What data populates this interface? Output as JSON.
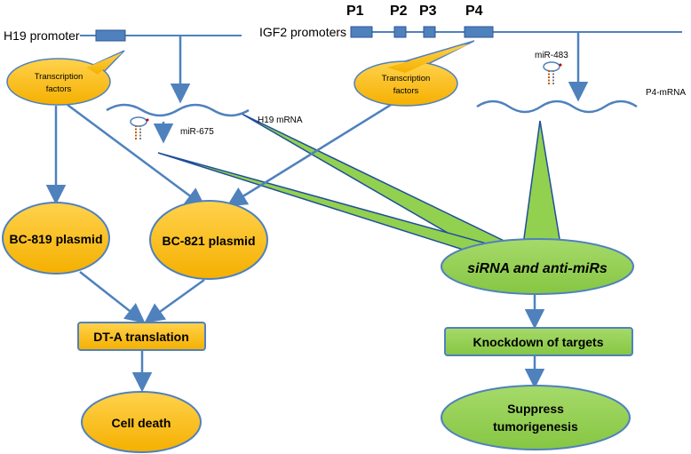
{
  "promoters": {
    "h19": "H19 promoter",
    "igf2": "IGF2 promoters",
    "p1": "P1",
    "p2": "P2",
    "p3": "P3",
    "p4": "P4"
  },
  "callouts": {
    "tf_left": [
      "Transcription",
      "factors"
    ],
    "tf_right": [
      "Transcription",
      "factors"
    ]
  },
  "mrna": {
    "h19_mrna": "H19 mRNA",
    "p4_mrna": "P4-mRNA",
    "mir675": "miR-675",
    "mir483": "miR-483"
  },
  "nodes": {
    "bc819": "BC-819 plasmid",
    "bc821": "BC-821 plasmid",
    "dta": "DT-A translation",
    "cell_death": "Cell death",
    "sirna": "siRNA and anti-miRs",
    "knockdown": "Knockdown of targets",
    "suppress": [
      "Suppress",
      "tumorigenesis"
    ]
  },
  "colors": {
    "orange": "#FFC000",
    "green": "#92D050",
    "blue": "#4F81BD",
    "dark_blue": "#1F4E9A"
  }
}
